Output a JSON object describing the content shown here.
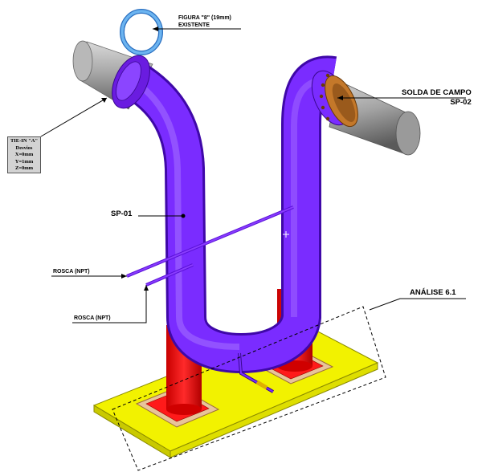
{
  "labels": {
    "figura_line1": "FIGURA \"8\" (19mm)",
    "figura_line2": "EXISTENTE",
    "solda_line1": "SOLDA DE CAMPO",
    "solda_line2": "SP-02",
    "sp01": "SP-01",
    "rosca_upper": "ROSCA (NPT)",
    "rosca_lower": "ROSCA (NPT)",
    "analise": "ANÁLISE 6.1"
  },
  "tie_in": {
    "title": "TIE-IN \"A\"",
    "subtitle": "Desvios",
    "x": "X=0mm",
    "y": "Y=1mm",
    "z": "Z=0mm"
  },
  "colors": {
    "pipe_purple": "#7a2cff",
    "existing_pipe_gray": "#a6a6a6",
    "support_red": "#ff1a1a",
    "base_plate_yellow": "#f2f200",
    "pad_tan": "#e8c49a",
    "flange_orange": "#c4782a",
    "figure8_blue": "#5aa7e8"
  }
}
